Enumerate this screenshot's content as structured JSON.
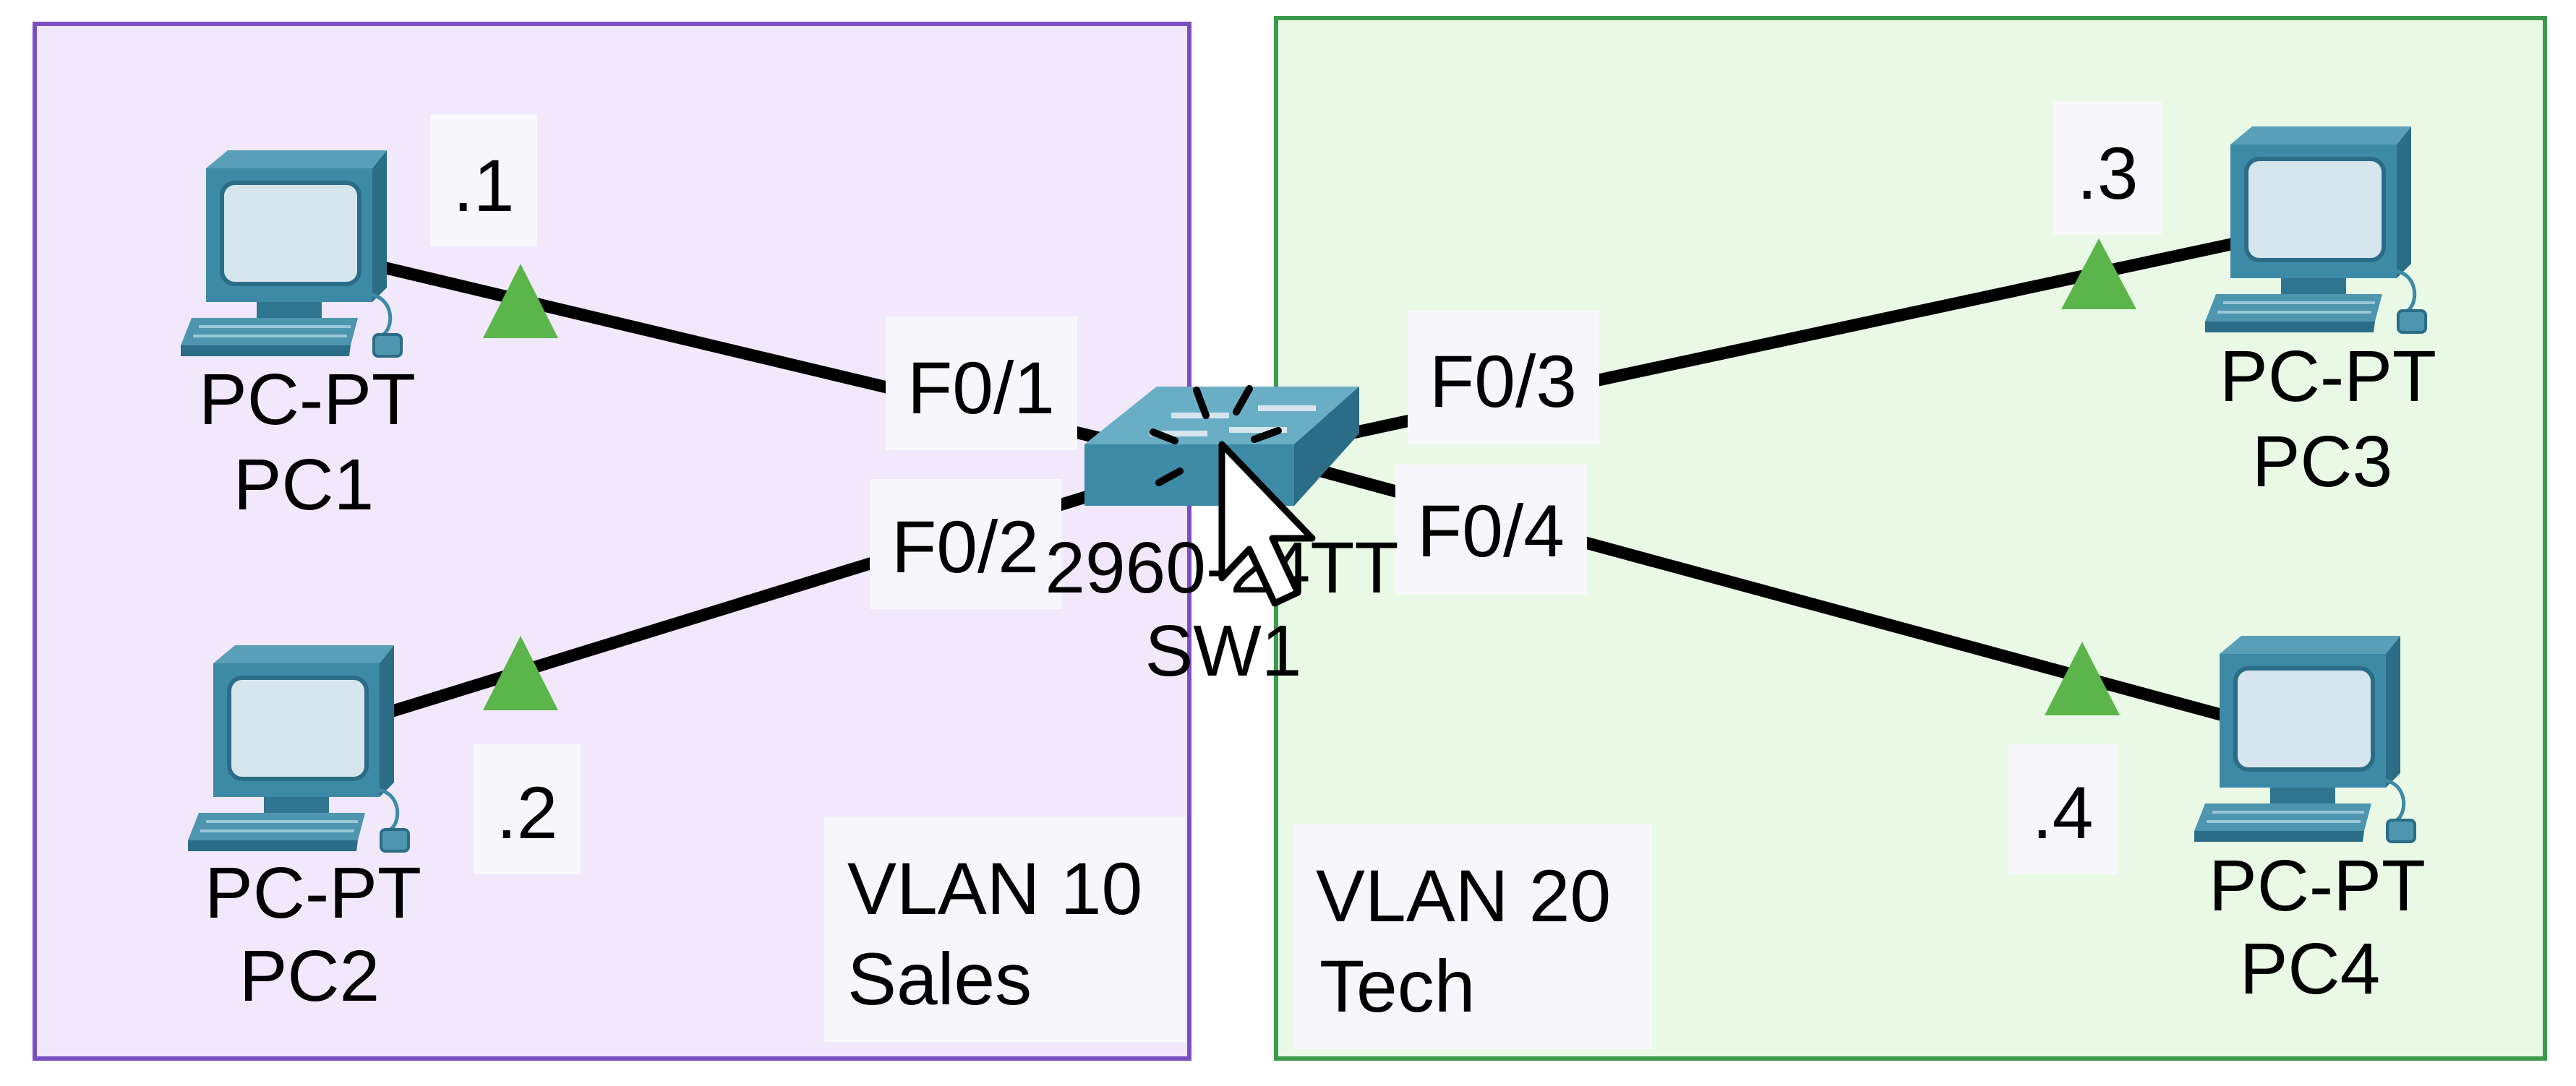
{
  "colors": {
    "vlan10_fill": "#f1e8fc",
    "vlan10_border": "#7b4fc0",
    "vlan20_fill": "#e9f9e6",
    "vlan20_border": "#3c9a4c",
    "cable": "#000000",
    "link_up": "#5cb54a",
    "label_bg": "#f7f7fb",
    "device_body": "#3d8aa6",
    "screen": "#d7e6ee"
  },
  "zones": [
    {
      "id": "vlan10",
      "label_line1": "VLAN 10",
      "label_line2": "Sales"
    },
    {
      "id": "vlan20",
      "label_line1": "VLAN 20",
      "label_line2": "Tech"
    }
  ],
  "switch": {
    "model": "2960-24TT",
    "name": "SW1",
    "icon": "switch-icon"
  },
  "pcs": [
    {
      "model": "PC-PT",
      "name": "PC1",
      "host_addr": ".1",
      "port": "F0/1",
      "icon": "pc-icon"
    },
    {
      "model": "PC-PT",
      "name": "PC2",
      "host_addr": ".2",
      "port": "F0/2",
      "icon": "pc-icon"
    },
    {
      "model": "PC-PT",
      "name": "PC3",
      "host_addr": ".3",
      "port": "F0/3",
      "icon": "pc-icon"
    },
    {
      "model": "PC-PT",
      "name": "PC4",
      "host_addr": ".4",
      "port": "F0/4",
      "icon": "pc-icon"
    }
  ],
  "cursor": {
    "icon": "mouse-pointer-icon",
    "state": "clicking"
  }
}
